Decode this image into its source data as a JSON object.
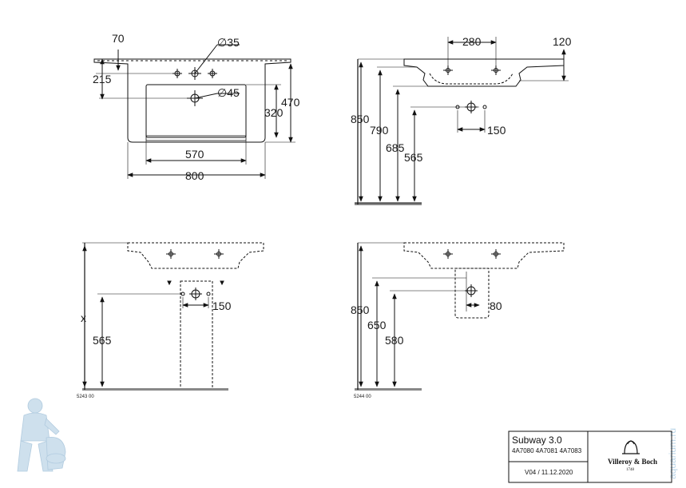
{
  "views": {
    "top": {
      "dims": {
        "d70": "70",
        "d35": "∅35",
        "d215": "215",
        "d45": "∅45",
        "d470": "470",
        "d320": "320",
        "d570": "570",
        "d800": "800"
      }
    },
    "side": {
      "dims": {
        "d280": "280",
        "d120": "120",
        "d850": "850",
        "d790": "790",
        "d685": "685",
        "d565": "565",
        "d150": "150"
      }
    },
    "front_pedestal": {
      "dims": {
        "dx": "x",
        "d565": "565",
        "d150": "150"
      },
      "code": "5243 00"
    },
    "front_semi": {
      "dims": {
        "d850": "850",
        "d650": "650",
        "d580": "580",
        "d80": "80"
      },
      "code": "5244 00"
    }
  },
  "title_block": {
    "product": "Subway 3.0",
    "codes": "4A7080 4A7081 4A7083",
    "version": "V04 / 11.12.2020",
    "brand": "Villeroy & Boch",
    "brand_year": "1748"
  },
  "watermark": "aquarium.ru"
}
